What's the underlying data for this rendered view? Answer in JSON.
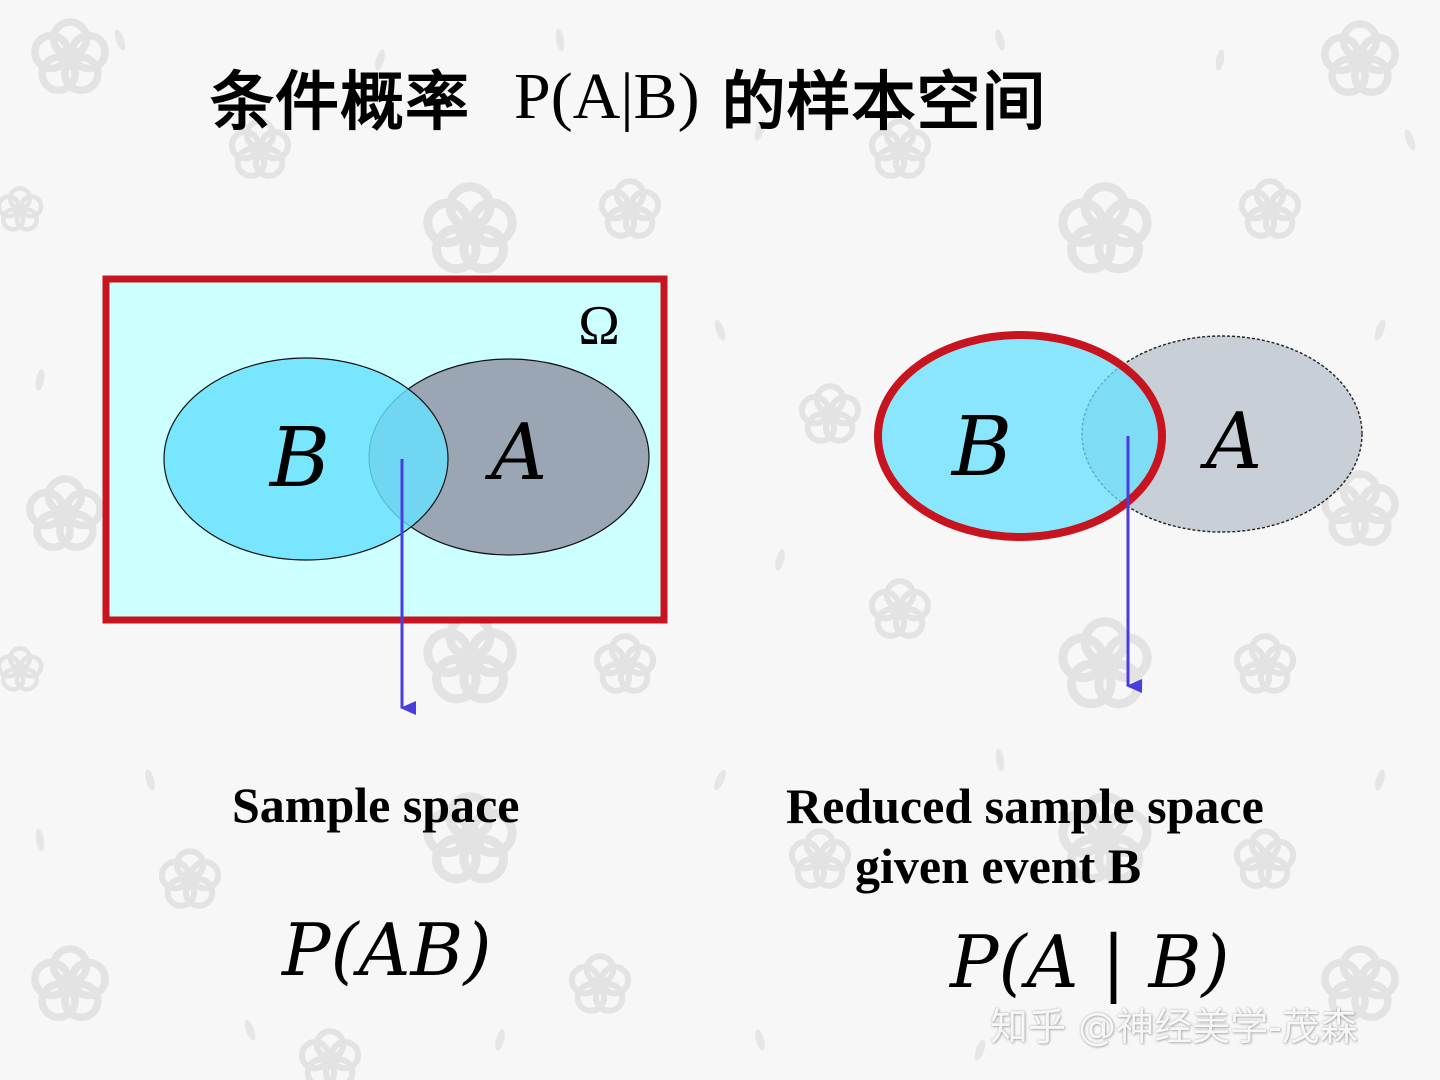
{
  "title": {
    "prefix": "条件概率",
    "formula": "P(A|B)",
    "suffix": "的样本空间"
  },
  "left_diagram": {
    "omega_label": "Ω",
    "set_b_label": "B",
    "set_a_label": "A"
  },
  "right_diagram": {
    "set_b_label": "B",
    "set_a_label": "A"
  },
  "captions": {
    "left": "Sample space",
    "right_line1": "Reduced sample space",
    "right_line2": "given event B"
  },
  "formulas": {
    "left": "P(AB)",
    "right": "P(A | B)"
  },
  "watermark": "知乎 @神经美学-茂森",
  "colors": {
    "frame_red": "#c8141e",
    "sample_space_fill": "#ccffff",
    "set_b_fill": "#66e0ff",
    "set_a_fill": "#9aa6b4",
    "arrow_blue": "#4a3de0"
  }
}
